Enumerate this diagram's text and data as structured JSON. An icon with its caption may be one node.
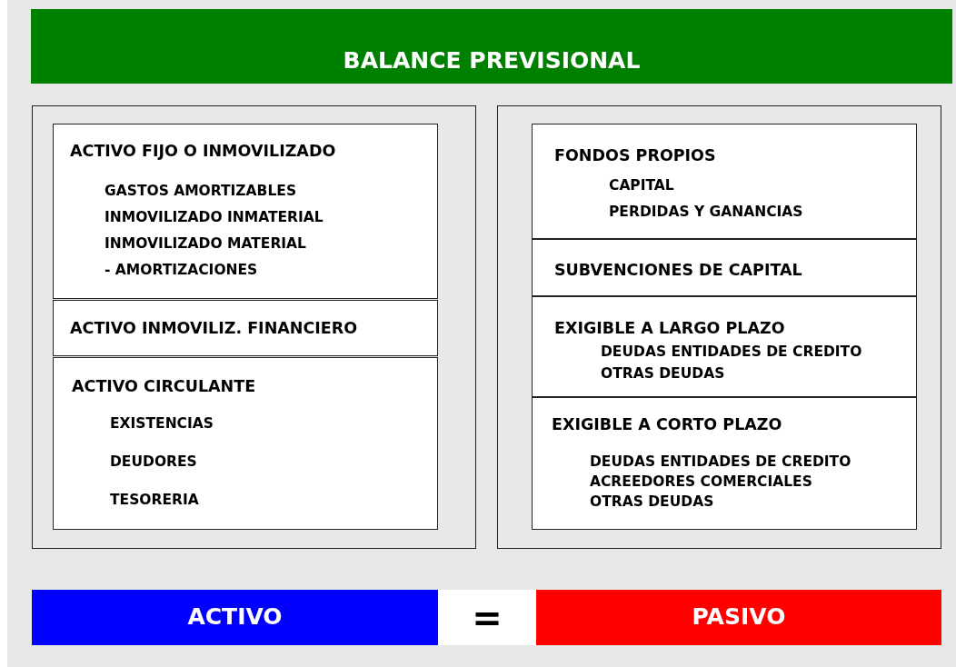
{
  "diagram": {
    "nodes": [
      {
        "text": [
          "BALANCE PREVISIONAL"
        ]
      },
      {
        "text": [],
        "shape": "box"
      },
      {
        "text": [
          "ACTIVO FIJO O INMOVILIZADO",
          "GASTOS AMORTIZABLES",
          "INMOVILIZADO INMATERIAL",
          "INMOVILIZADO MATERIAL",
          "- AMORTIZACIONES"
        ],
        "in": 1
      },
      {
        "text": [
          "ACTIVO INMOVILIZ. FINANCIERO"
        ],
        "in": 1
      },
      {
        "text": [
          "ACTIVO CIRCULANTE",
          "EXISTENCIAS",
          "DEUDORES",
          "TESORERIA"
        ],
        "in": 1
      },
      {
        "text": [],
        "shape": "box"
      },
      {
        "text": [
          "FONDOS PROPIOS",
          "CAPITAL",
          "PERDIDAS Y GANANCIAS"
        ],
        "in": 5
      },
      {
        "text": [
          "SUBVENCIONES DE CAPITAL"
        ],
        "in": 5
      },
      {
        "text": [
          "EXIGIBLE A LARGO PLAZO",
          "DEUDAS ENTIDADES DE CREDITO",
          "OTRAS DEUDAS"
        ],
        "in": 5
      },
      {
        "text": [
          "EXIGIBLE A CORTO PLAZO",
          "DEUDAS ENTIDADES DE CREDITO",
          "ACREEDORES COMERCIALES",
          "OTRAS DEUDAS"
        ],
        "in": 5
      },
      {
        "text": [
          "ACTIVO"
        ]
      },
      {
        "text": [
          "PASIVO"
        ]
      }
    ],
    "edges": [],
    "labels": [
      "="
    ]
  }
}
